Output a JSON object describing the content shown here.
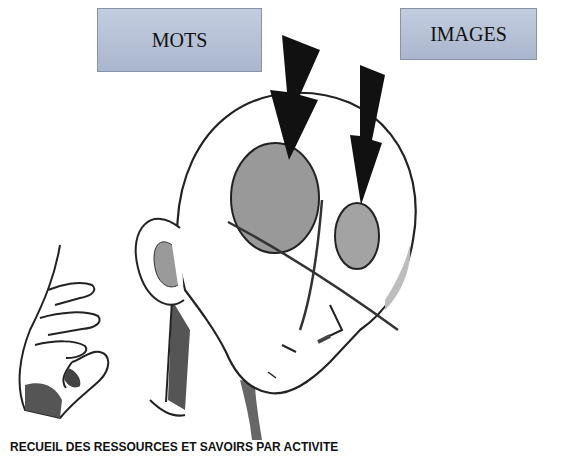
{
  "diagram": {
    "nodes": [
      {
        "text": [
          "MOTS"
        ]
      },
      {
        "text": [
          "IMAGES"
        ]
      }
    ],
    "caption": "RECUEIL DES RESSOURCES ET SAVOIRS PAR ACTIVITE"
  }
}
